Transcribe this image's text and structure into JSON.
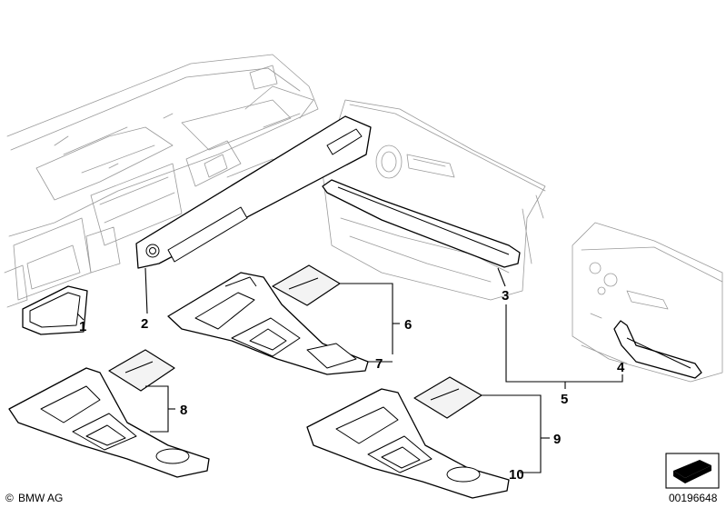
{
  "callouts": {
    "c1": "1",
    "c2": "2",
    "c3": "3",
    "c4": "4",
    "c5": "5",
    "c6": "6",
    "c7": "7",
    "c8": "8",
    "c9": "9",
    "c10": "10"
  },
  "footer": {
    "copyright_symbol": "©",
    "brand": "BMW AG",
    "diagram_number": "00196648"
  }
}
